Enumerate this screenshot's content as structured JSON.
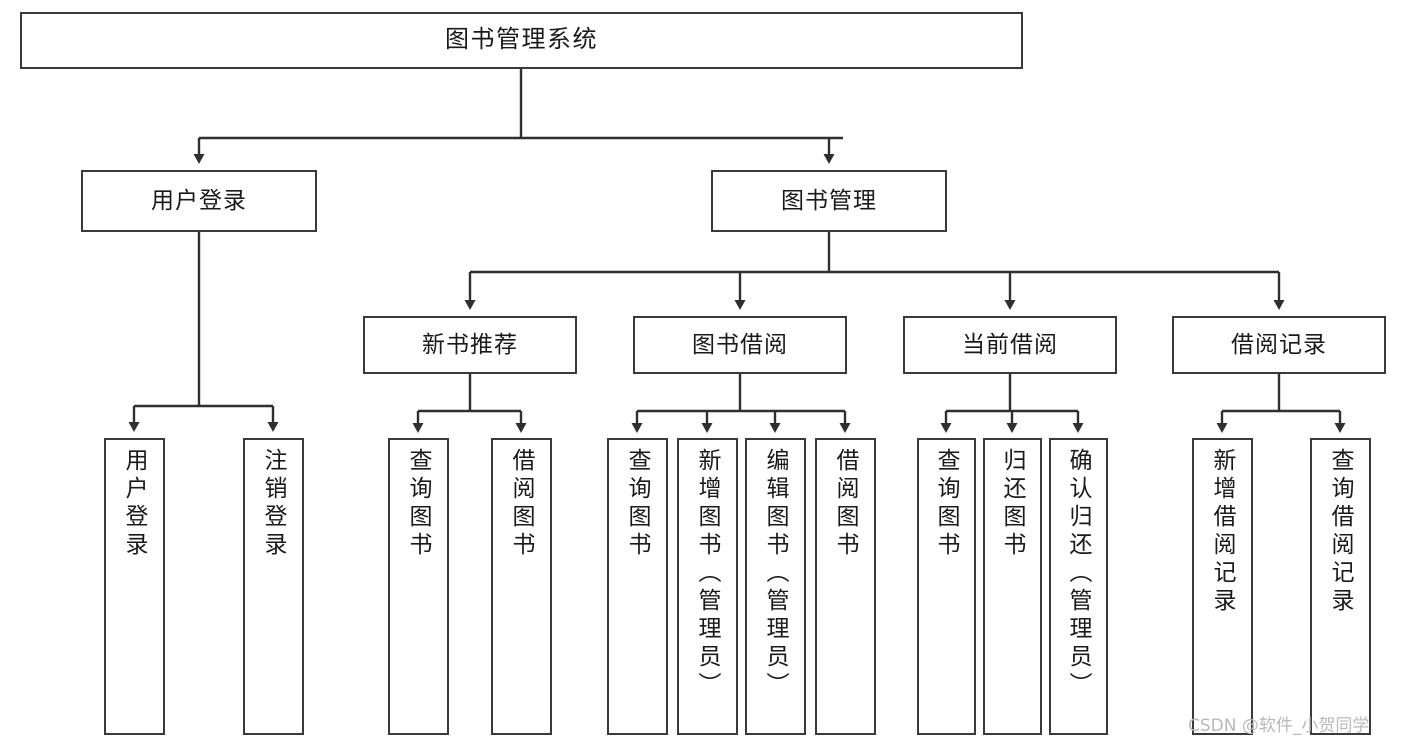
{
  "diagram": {
    "title": "图书管理系统",
    "type": "tree-structure-chart",
    "colors": {
      "box_border": "#3a3a3a",
      "box_fill": "#ffffff",
      "edge": "#2f2f2f",
      "text": "#1a1a1a",
      "watermark": "#b9b9b9",
      "background": "#ffffff"
    },
    "watermark": "CSDN @软件_小贺同学",
    "nodes": {
      "root": {
        "label": "图书管理系统"
      },
      "level2": [
        {
          "label": "用户登录"
        },
        {
          "label": "图书管理"
        }
      ],
      "level3": [
        {
          "label": "新书推荐"
        },
        {
          "label": "图书借阅"
        },
        {
          "label": "当前借阅"
        },
        {
          "label": "借阅记录"
        }
      ],
      "leaves": {
        "user_login": [
          {
            "label": "用户登录"
          },
          {
            "label": "注销登录"
          }
        ],
        "new_book_recommend": [
          {
            "label": "查询图书"
          },
          {
            "label": "借阅图书"
          }
        ],
        "book_borrow": [
          {
            "label": "查询图书"
          },
          {
            "label": "新增图书（管理员）"
          },
          {
            "label": "编辑图书（管理员）"
          },
          {
            "label": "借阅图书"
          }
        ],
        "current_borrow": [
          {
            "label": "查询图书"
          },
          {
            "label": "归还图书"
          },
          {
            "label": "确认归还（管理员）"
          }
        ],
        "borrow_record": [
          {
            "label": "新增借阅记录"
          },
          {
            "label": "查询借阅记录"
          }
        ]
      }
    }
  }
}
